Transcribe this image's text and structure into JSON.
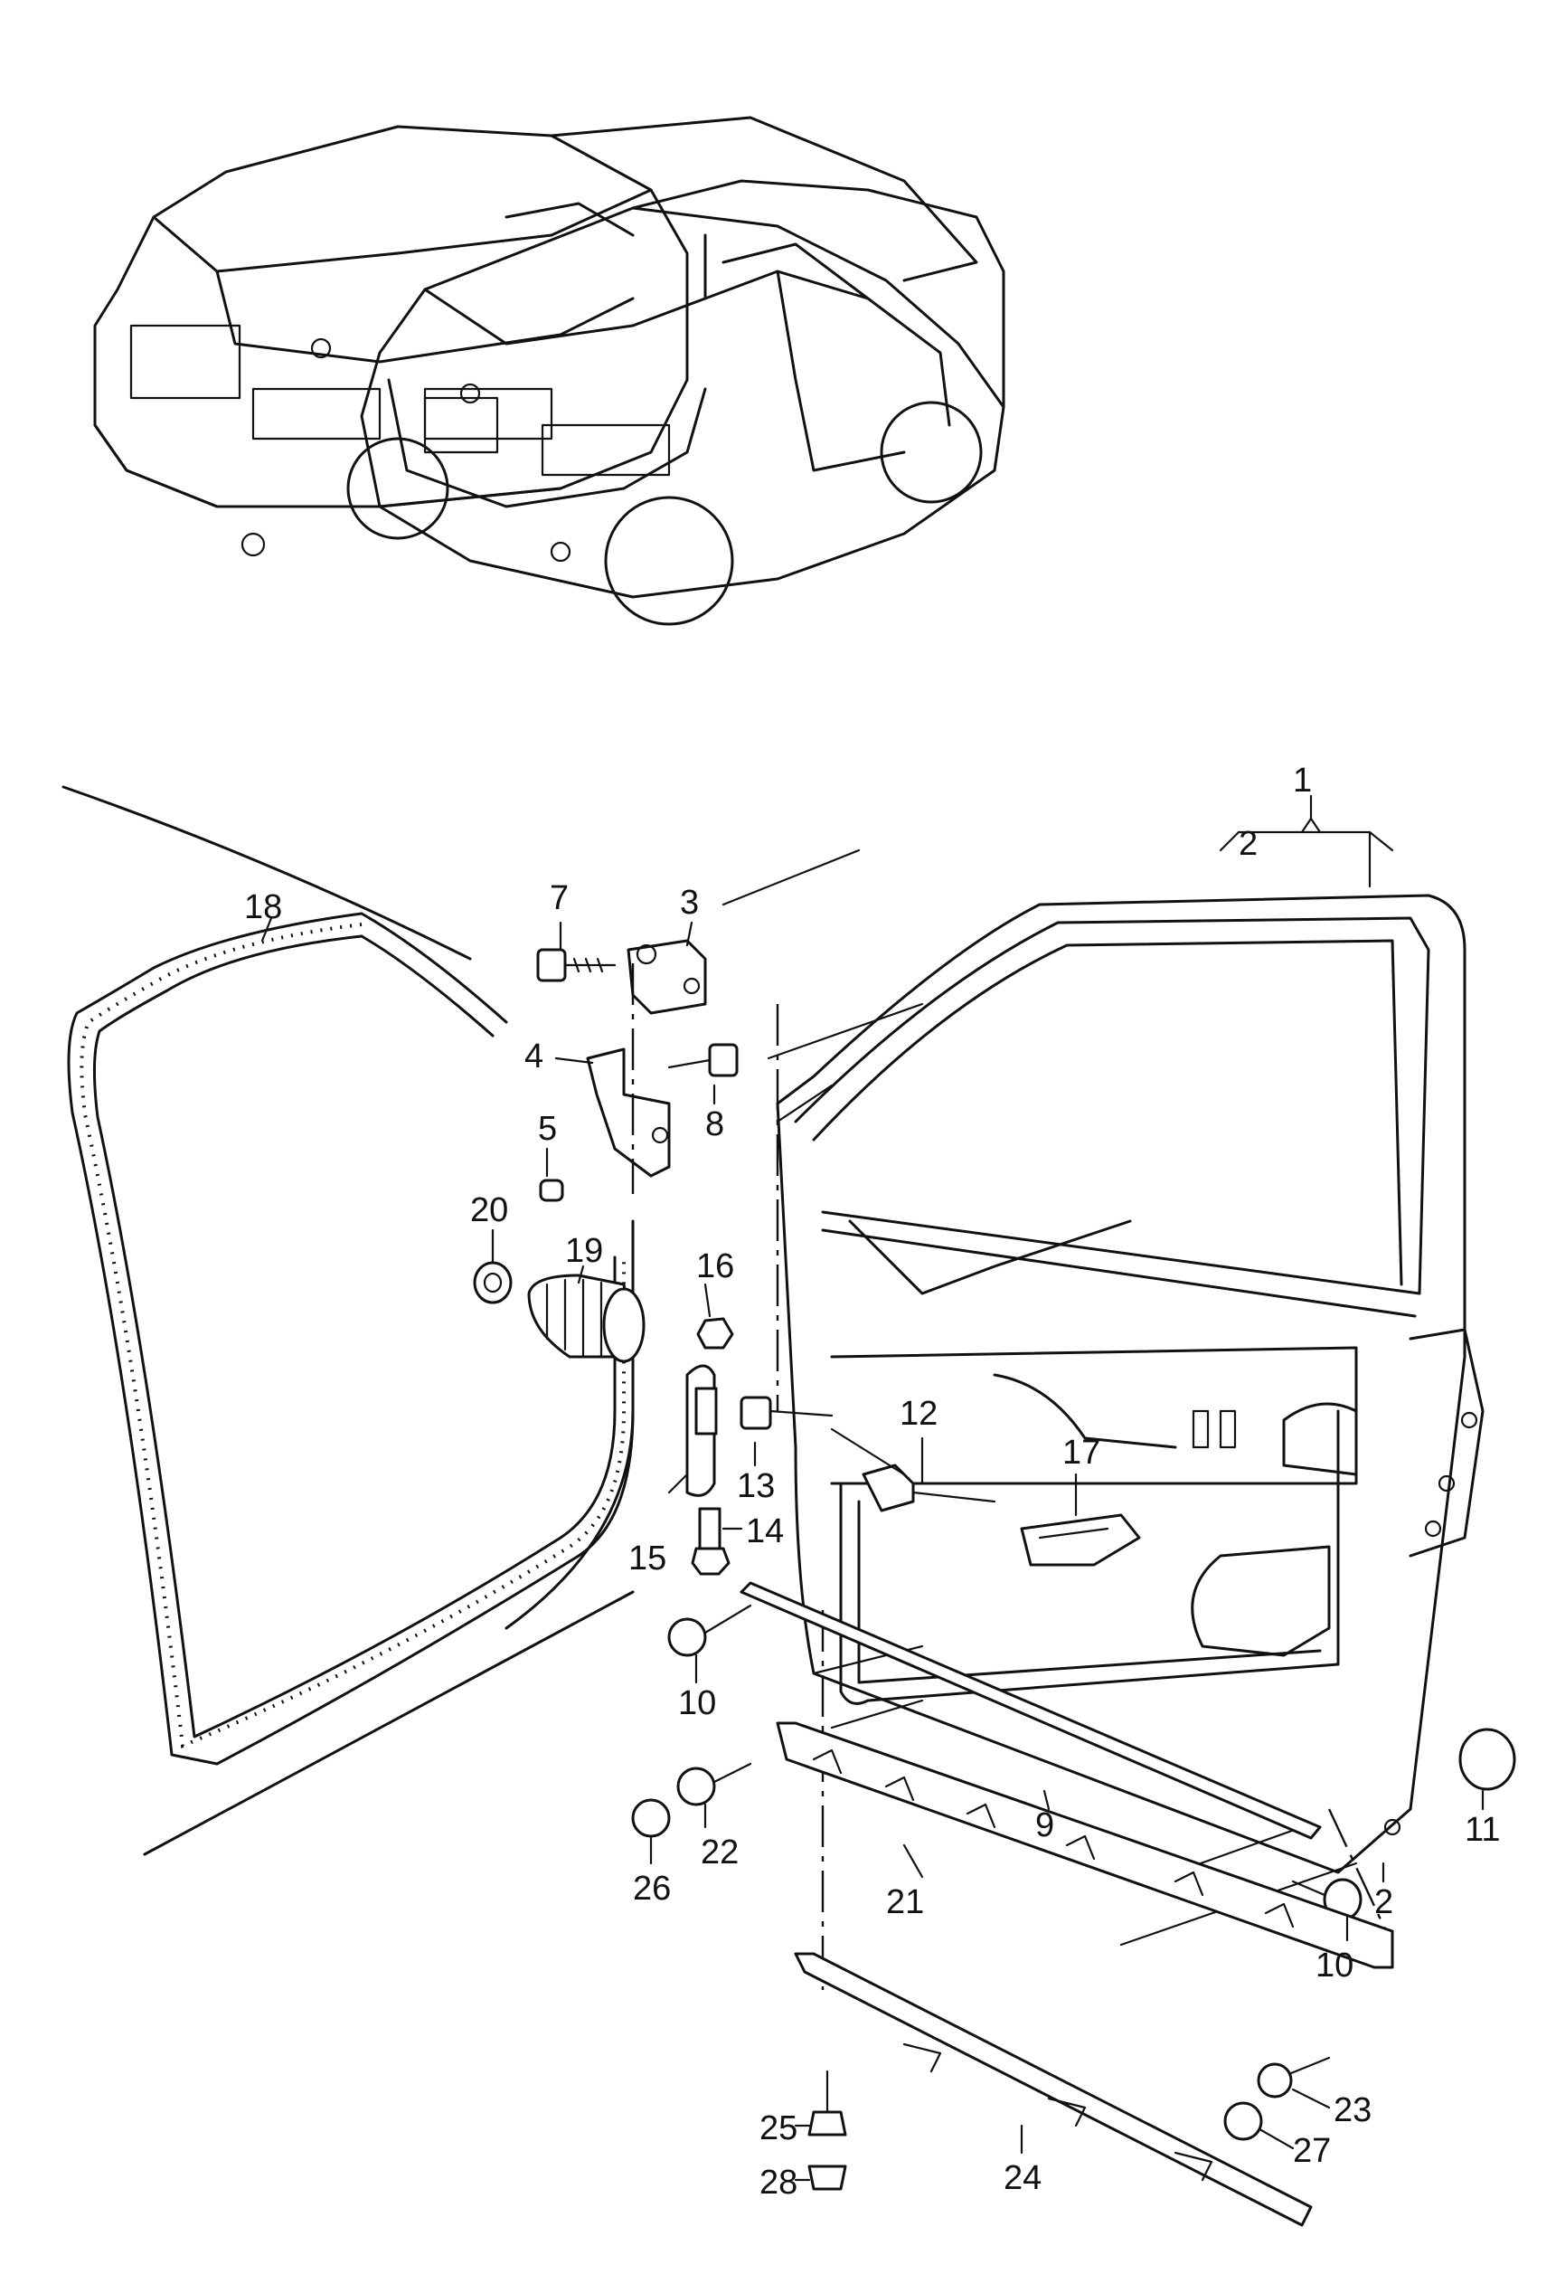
{
  "callouts": [
    {
      "id": "1",
      "text": "1"
    },
    {
      "id": "2a",
      "text": "2"
    },
    {
      "id": "3",
      "text": "3"
    },
    {
      "id": "4",
      "text": "4"
    },
    {
      "id": "5",
      "text": "5"
    },
    {
      "id": "7",
      "text": "7"
    },
    {
      "id": "8",
      "text": "8"
    },
    {
      "id": "9",
      "text": "9"
    },
    {
      "id": "10a",
      "text": "10"
    },
    {
      "id": "10b",
      "text": "10"
    },
    {
      "id": "11",
      "text": "11"
    },
    {
      "id": "12",
      "text": "12"
    },
    {
      "id": "13",
      "text": "13"
    },
    {
      "id": "14",
      "text": "14"
    },
    {
      "id": "15",
      "text": "15"
    },
    {
      "id": "16",
      "text": "16"
    },
    {
      "id": "17",
      "text": "17"
    },
    {
      "id": "18",
      "text": "18"
    },
    {
      "id": "19",
      "text": "19"
    },
    {
      "id": "20",
      "text": "20"
    },
    {
      "id": "21",
      "text": "21"
    },
    {
      "id": "22",
      "text": "22"
    },
    {
      "id": "23",
      "text": "23"
    },
    {
      "id": "24",
      "text": "24"
    },
    {
      "id": "25",
      "text": "25"
    },
    {
      "id": "26",
      "text": "26"
    },
    {
      "id": "27",
      "text": "27"
    },
    {
      "id": "28",
      "text": "28"
    },
    {
      "id": "2b",
      "text": "2"
    }
  ]
}
